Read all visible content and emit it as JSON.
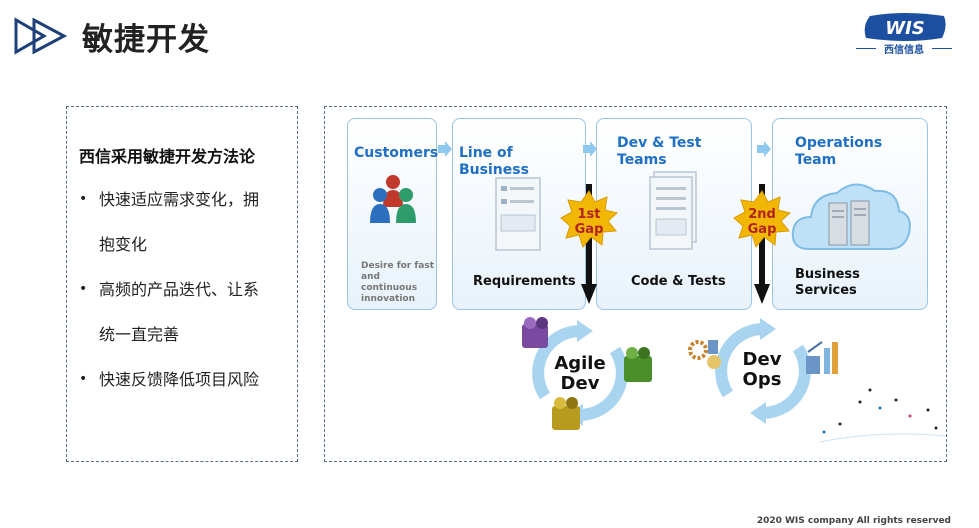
{
  "header": {
    "title": "敏捷开发",
    "logo_text": "WIS",
    "logo_sub": "西信信息"
  },
  "left_panel": {
    "heading": "西信采用敏捷开发方法论",
    "bullets": [
      "快速适应需求变化，拥抱变化",
      "高频的产品迭代、让系统一直完善",
      "快速反馈降低项目风险"
    ],
    "bullet_lines": [
      [
        "快速适应需求变化，拥",
        "抱变化"
      ],
      [
        "高频的产品迭代、让系",
        "统一直完善"
      ],
      [
        "快速反馈降低项目风险"
      ]
    ],
    "bullet_symbol": "•"
  },
  "diagram": {
    "columns": {
      "customers": {
        "title": "Customers",
        "note": [
          "Desire for fast",
          "and continuous",
          "innovation"
        ],
        "icon": "people-icon"
      },
      "lob": {
        "title": "Line of Business",
        "bottom": "Requirements",
        "icon": "document-icon"
      },
      "dev": {
        "title": [
          "Dev & Test",
          "Teams"
        ],
        "bottom": "Code & Tests",
        "icon": "documents-icon"
      },
      "ops": {
        "title": [
          "Operations",
          "Team"
        ],
        "bottom": [
          "Business",
          "Services"
        ],
        "icon": "cloud-servers-icon"
      }
    },
    "gaps": [
      {
        "line1": "1st",
        "line2": "Gap"
      },
      {
        "line1": "2nd",
        "line2": "Gap"
      }
    ],
    "cycles": [
      {
        "line1": "Agile",
        "line2": "Dev"
      },
      {
        "line1": "Dev",
        "line2": "Ops"
      }
    ],
    "colors": {
      "column_border": "#9cc4e8",
      "title_blue": "#1f6fc4",
      "gap_star": "#f2b705",
      "gap_text": "#b22222",
      "cycle_arrow": "#a9d4f0"
    }
  },
  "footer": {
    "text": "2020 WIS company All rights reserved"
  }
}
